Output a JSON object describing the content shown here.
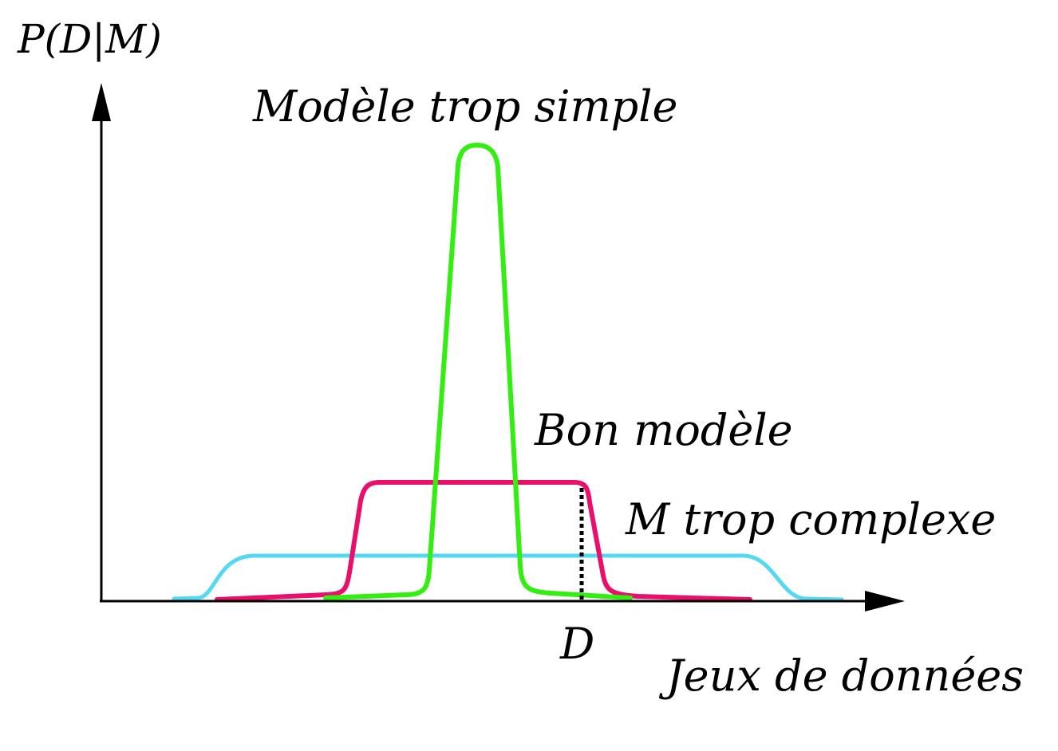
{
  "labels": {
    "y_axis": "P(D|M)",
    "x_axis": "Jeux de données",
    "simple_model": "Modèle trop simple",
    "good_model": "Bon modèle",
    "complex_model": "M trop complexe",
    "observed_data": "D"
  },
  "colors": {
    "simple_model": "#33ee11",
    "good_model": "#e8106a",
    "complex_model": "#55d8f2",
    "axis": "#000000"
  }
}
